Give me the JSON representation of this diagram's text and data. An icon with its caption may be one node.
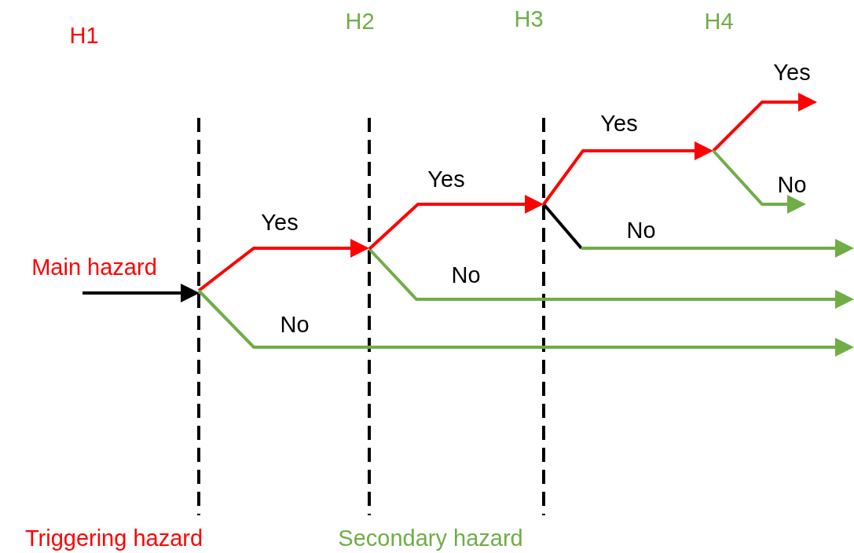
{
  "diagram": {
    "labels": [
      "H1",
      "H2",
      "H3",
      "H4",
      "Yes",
      "Yes",
      "Yes",
      "No",
      "Yes",
      "No",
      "Main hazard",
      "No",
      "No",
      "Triggering hazard",
      "Secondary hazard"
    ]
  }
}
